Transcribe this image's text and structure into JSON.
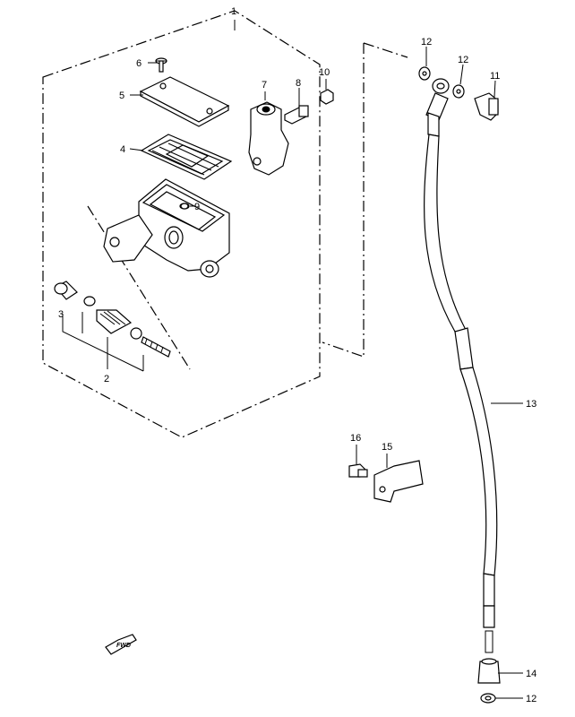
{
  "callouts": {
    "c1": "1",
    "c2": "2",
    "c3": "3",
    "c4": "4",
    "c5": "5",
    "c6": "6",
    "c7": "7",
    "c8": "8",
    "c9": "9",
    "c10": "10",
    "c11": "11",
    "c12a": "12",
    "c12b": "12",
    "c12c": "12",
    "c13": "13",
    "c14": "14",
    "c15": "15",
    "c16": "16"
  },
  "front_marker": {
    "label": "FWD",
    "icon": "front-arrow-icon"
  }
}
